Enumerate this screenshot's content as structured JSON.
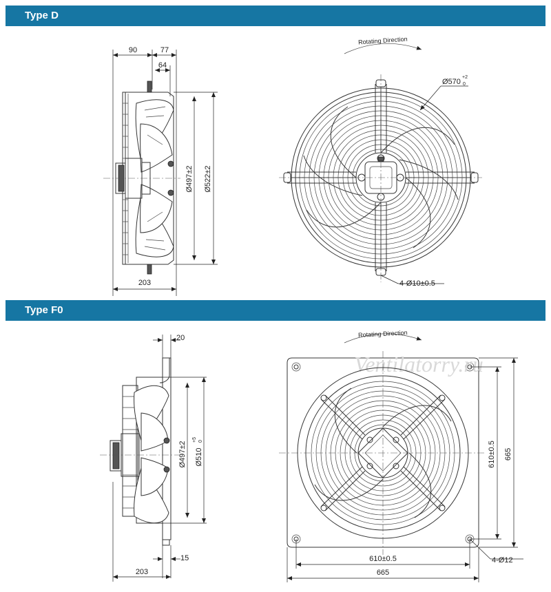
{
  "sections": {
    "d": {
      "title": "Type D"
    },
    "f0": {
      "title": "Type F0"
    }
  },
  "type_d": {
    "side_view": {
      "dim_top_left": "90",
      "dim_top_right": "77",
      "dim_top_inner": "64",
      "dim_bottom": "203",
      "dia_inner": "Ø497±2",
      "dia_outer": "Ø522±2"
    },
    "front_view": {
      "rotating_direction": "Rotating Direction",
      "dia_guard": "Ø570",
      "dia_guard_tol_upper": "+2",
      "dia_guard_tol_lower": "0",
      "holes": "4-Ø10±0.5"
    }
  },
  "type_f0": {
    "side_view": {
      "dim_top": "20",
      "dim_bottom_small": "15",
      "dim_bottom": "203",
      "dia_inner": "Ø497±2",
      "dia_outer": "Ø510",
      "dia_outer_tol_upper": "+5",
      "dia_outer_tol_lower": "0"
    },
    "front_view": {
      "rotating_direction": "Rotating Direction",
      "watermark": "Ventilatorry.ru",
      "dim_vertical_inner": "610±0.5",
      "dim_vertical_outer": "665",
      "dim_horizontal_inner": "610±0.5",
      "dim_horizontal_outer": "665",
      "holes": "4-Ø12"
    }
  }
}
